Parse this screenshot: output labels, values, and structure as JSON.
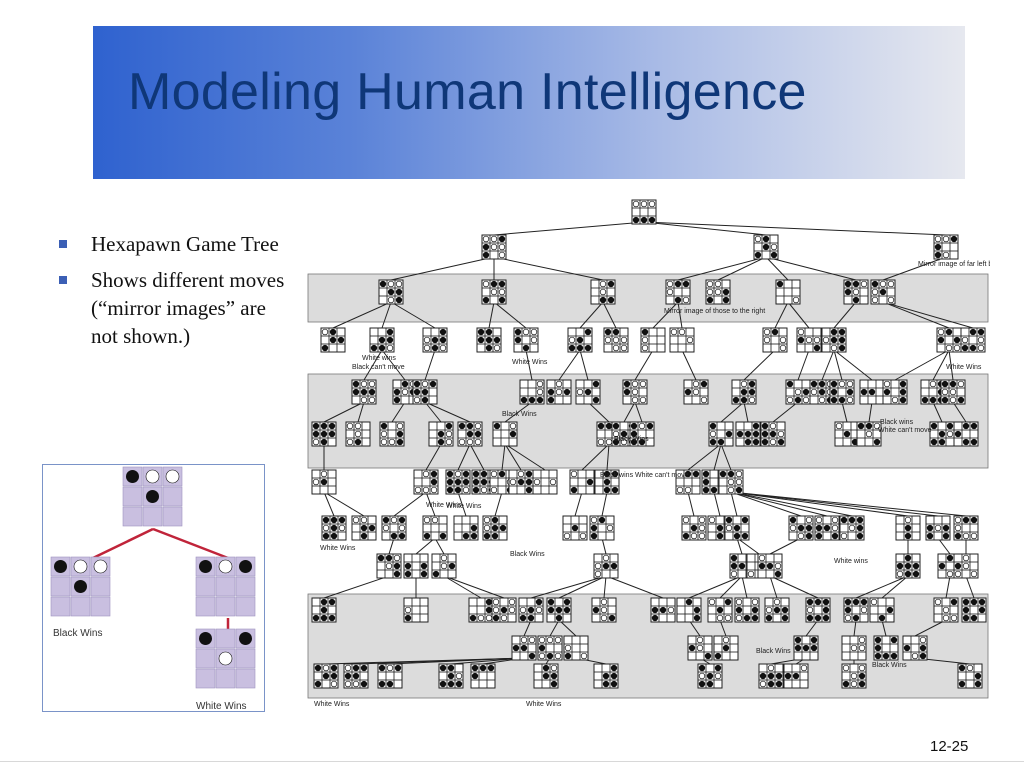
{
  "slide": {
    "title": "Modeling Human Intelligence",
    "page_number": "12-25"
  },
  "bullets": [
    "Hexapawn Game Tree",
    "Shows different moves (“mirror images” are not shown.)"
  ],
  "inset": {
    "left_label": "Black Wins",
    "right_label": "White Wins",
    "colors": {
      "board": "#c9bfe0",
      "edge": "#c0243a",
      "frame": "#7a93c8"
    }
  },
  "tree": {
    "annotations": [
      "Mirror image of far left board",
      "Mirror image of those to the right",
      "White wins",
      "Black can't move",
      "White Wins",
      "Black Wins",
      "Black wins",
      "White can't move",
      "Black wins White can't move"
    ],
    "colors": {
      "band": "#dcdcdc",
      "line": "#222222"
    }
  }
}
